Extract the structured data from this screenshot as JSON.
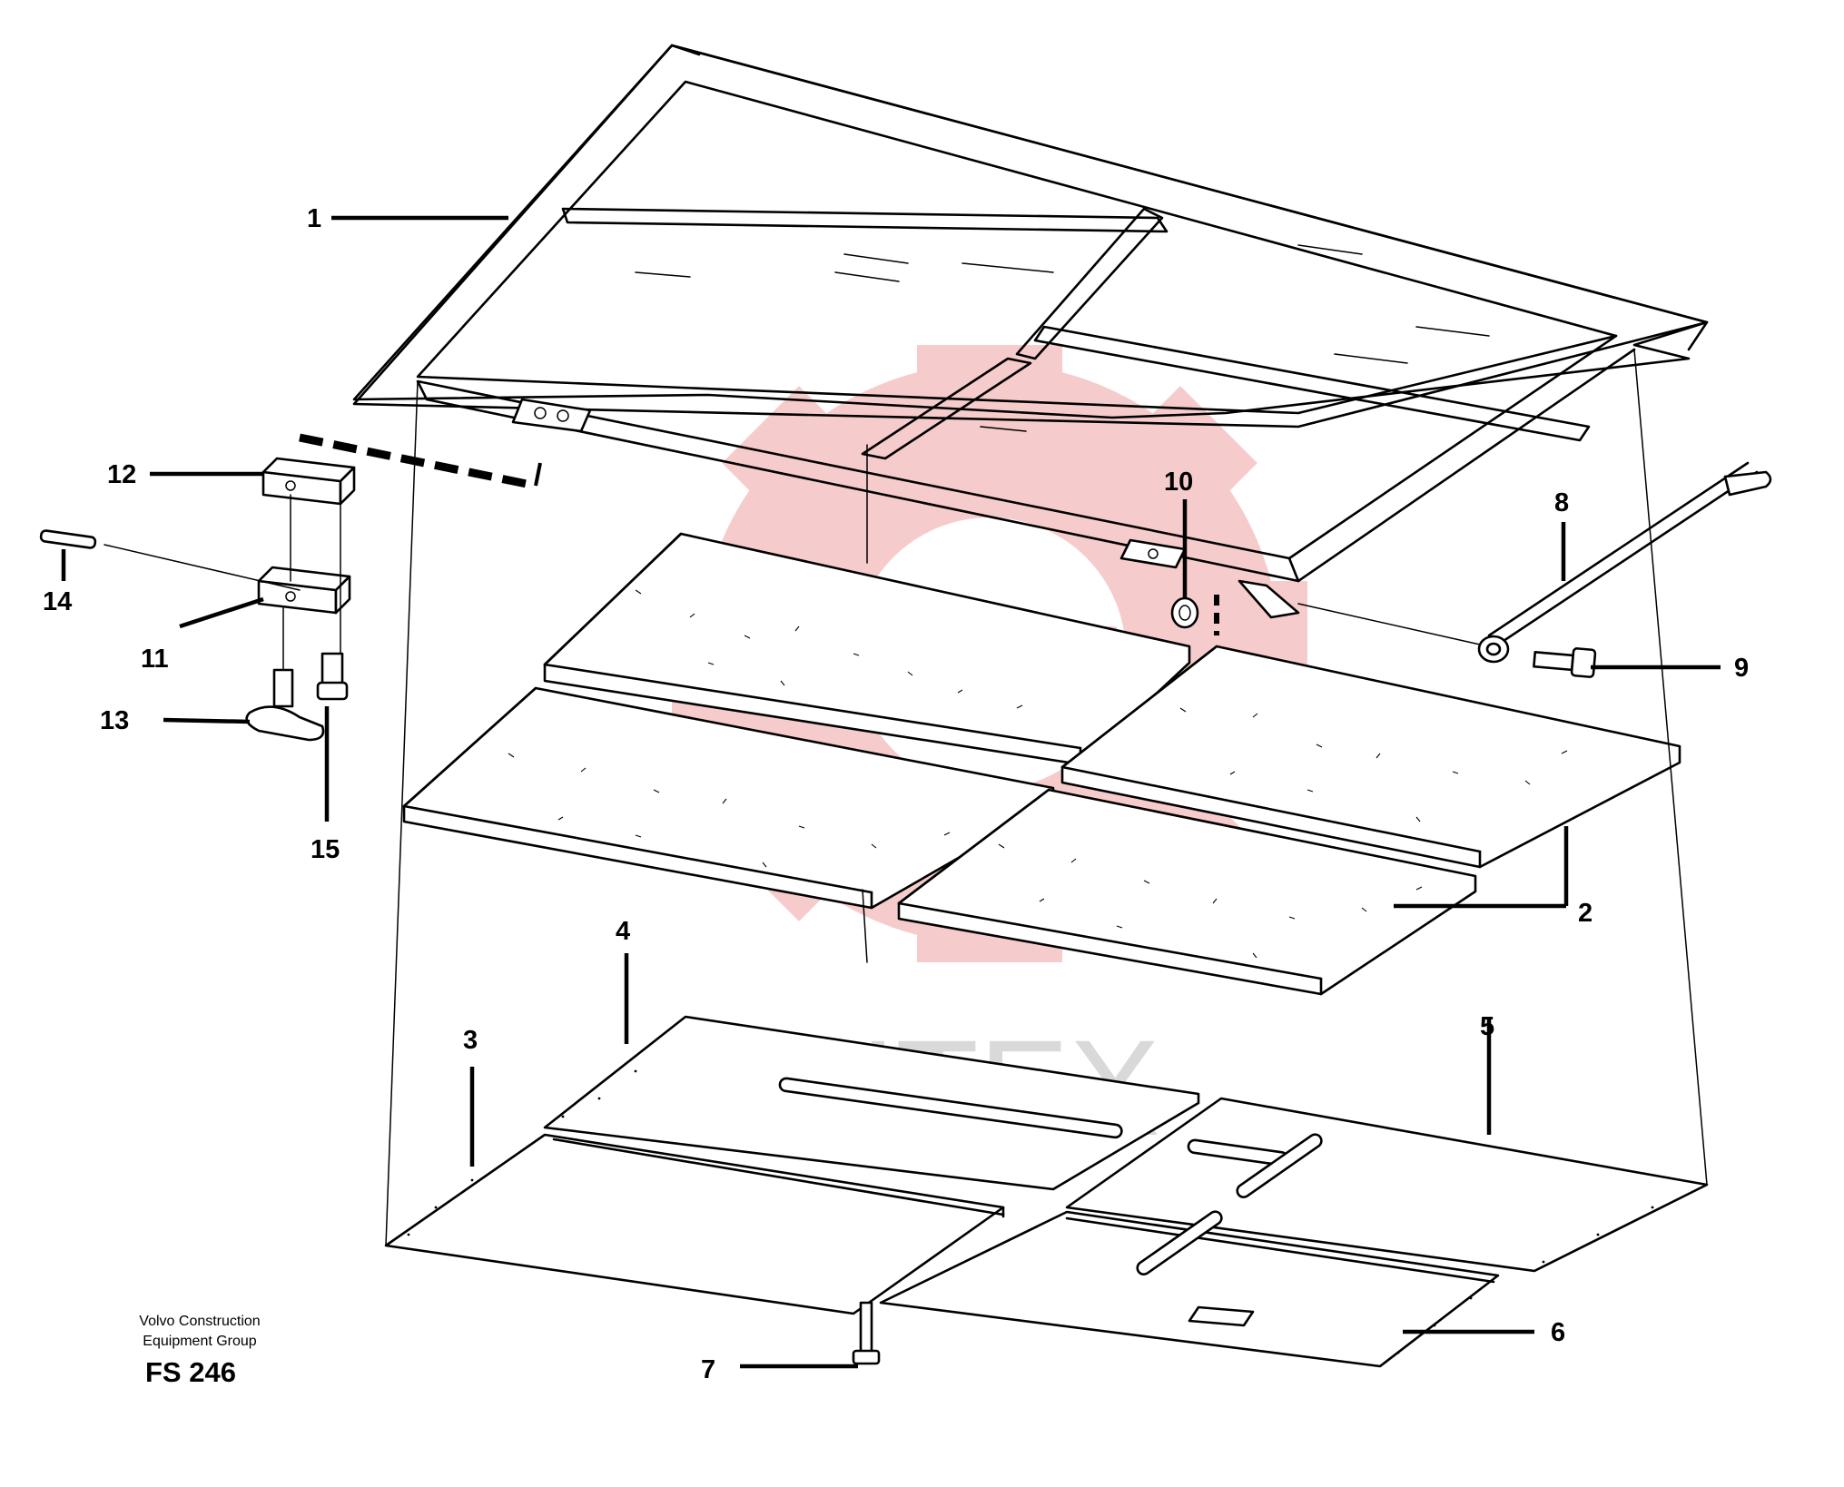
{
  "diagram": {
    "callouts": [
      "1",
      "2",
      "3",
      "4",
      "5",
      "6",
      "7",
      "8",
      "9",
      "10",
      "11",
      "12",
      "13",
      "14",
      "15"
    ],
    "caption": {
      "line1": "Volvo Construction",
      "line2": "Equipment Group",
      "code": "FS 246"
    },
    "watermark_text": "ИНТЕХ",
    "watermark_color": "#f5c3c3"
  }
}
